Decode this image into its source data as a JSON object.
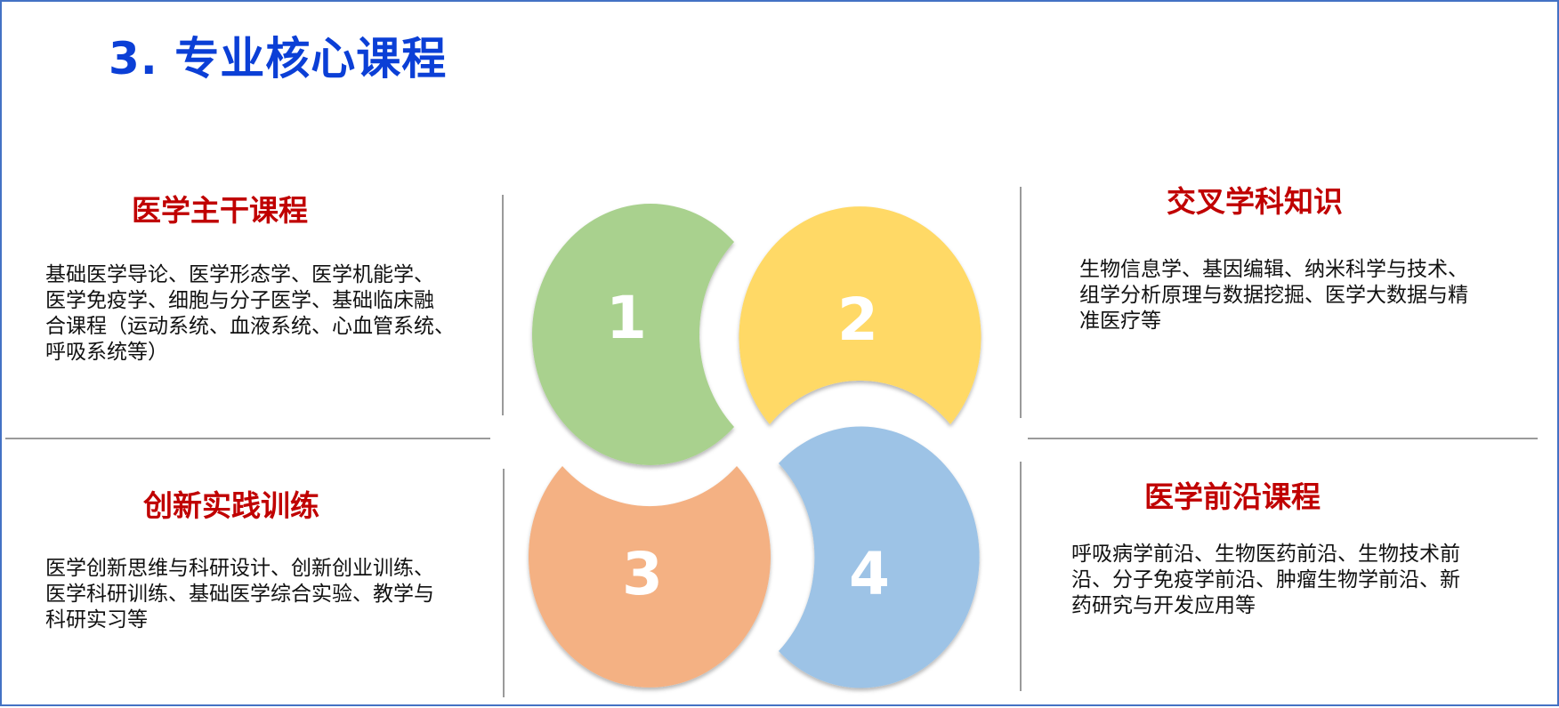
{
  "title": "3.  专业核心课程",
  "colors": {
    "title": "#0b3fd6",
    "section_title": "#c00000",
    "petal_1": "#a9d18e",
    "petal_2": "#ffd966",
    "petal_3": "#f4b183",
    "petal_4": "#9dc3e6",
    "border": "#4472c4"
  },
  "petals": [
    "1",
    "2",
    "3",
    "4"
  ],
  "sections": {
    "top_left": {
      "title": "医学主干课程",
      "lines": [
        "基础医学导论、医学形态学、医学机能学、",
        "医学免疫学、细胞与分子医学、基础临床融",
        "合课程（运动系统、血液系统、心血管系统、",
        "呼吸系统等）"
      ]
    },
    "top_right": {
      "title": "交叉学科知识",
      "lines": [
        "生物信息学、基因编辑、纳米科学与技术、",
        "组学分析原理与数据挖掘、医学大数据与精",
        "准医疗等"
      ]
    },
    "bottom_left": {
      "title": "创新实践训练",
      "lines": [
        "医学创新思维与科研设计、创新创业训练、",
        "医学科研训练、基础医学综合实验、教学与",
        "科研实习等"
      ]
    },
    "bottom_right": {
      "title": "医学前沿课程",
      "lines": [
        "呼吸病学前沿、生物医药前沿、生物技术前",
        "沿、分子免疫学前沿、肿瘤生物学前沿、新",
        "药研究与开发应用等"
      ]
    }
  }
}
